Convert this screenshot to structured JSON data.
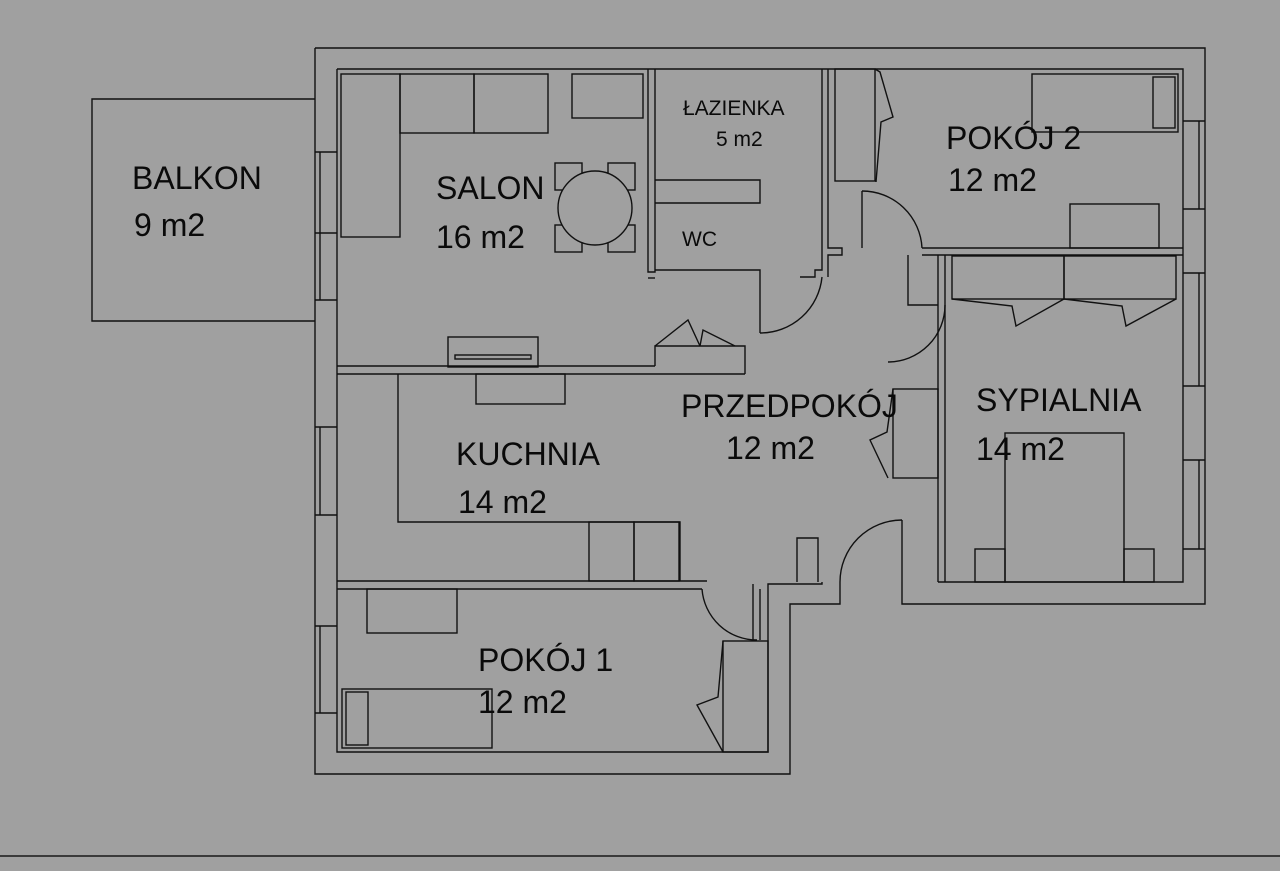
{
  "viewer": {
    "background_color": "#a0a0a0",
    "line_color": "#111111"
  },
  "floor_plan": {
    "rooms": [
      {
        "id": "balkon",
        "name": "BALKON",
        "area": "9 m2"
      },
      {
        "id": "salon",
        "name": "SALON",
        "area": "16 m2"
      },
      {
        "id": "lazienka",
        "name": "ŁAZIENKA",
        "area": "5 m2"
      },
      {
        "id": "wc",
        "name": "WC",
        "area": ""
      },
      {
        "id": "pokoj2",
        "name": "POKÓJ 2",
        "area": "12 m2"
      },
      {
        "id": "przedpokoj",
        "name": "PRZEDPOKÓJ",
        "area": "12 m2"
      },
      {
        "id": "sypialnia",
        "name": "SYPIALNIA",
        "area": "14 m2"
      },
      {
        "id": "kuchnia",
        "name": "KUCHNIA",
        "area": "14 m2"
      },
      {
        "id": "pokoj1",
        "name": "POKÓJ 1",
        "area": "12 m2"
      }
    ]
  }
}
